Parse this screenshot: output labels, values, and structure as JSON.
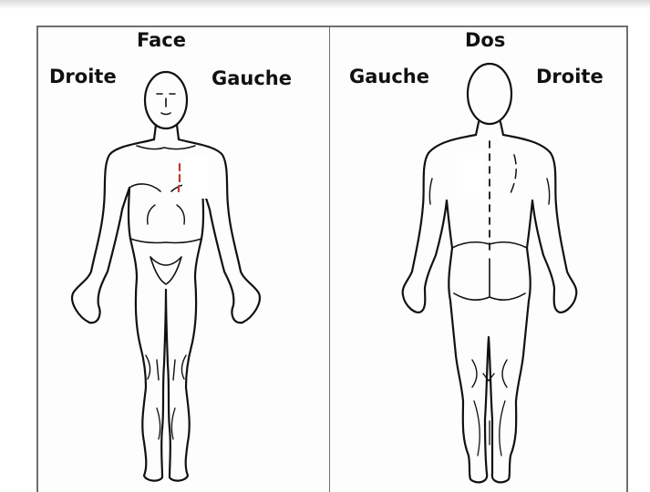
{
  "front_panel": {
    "title": "Face",
    "left_side_label": "Droite",
    "right_side_label": "Gauche"
  },
  "back_panel": {
    "title": "Dos",
    "left_side_label": "Gauche",
    "right_side_label": "Droite"
  },
  "colors": {
    "outline": "#111111",
    "border": "#6f6f6f",
    "mark": "#c0392b"
  }
}
